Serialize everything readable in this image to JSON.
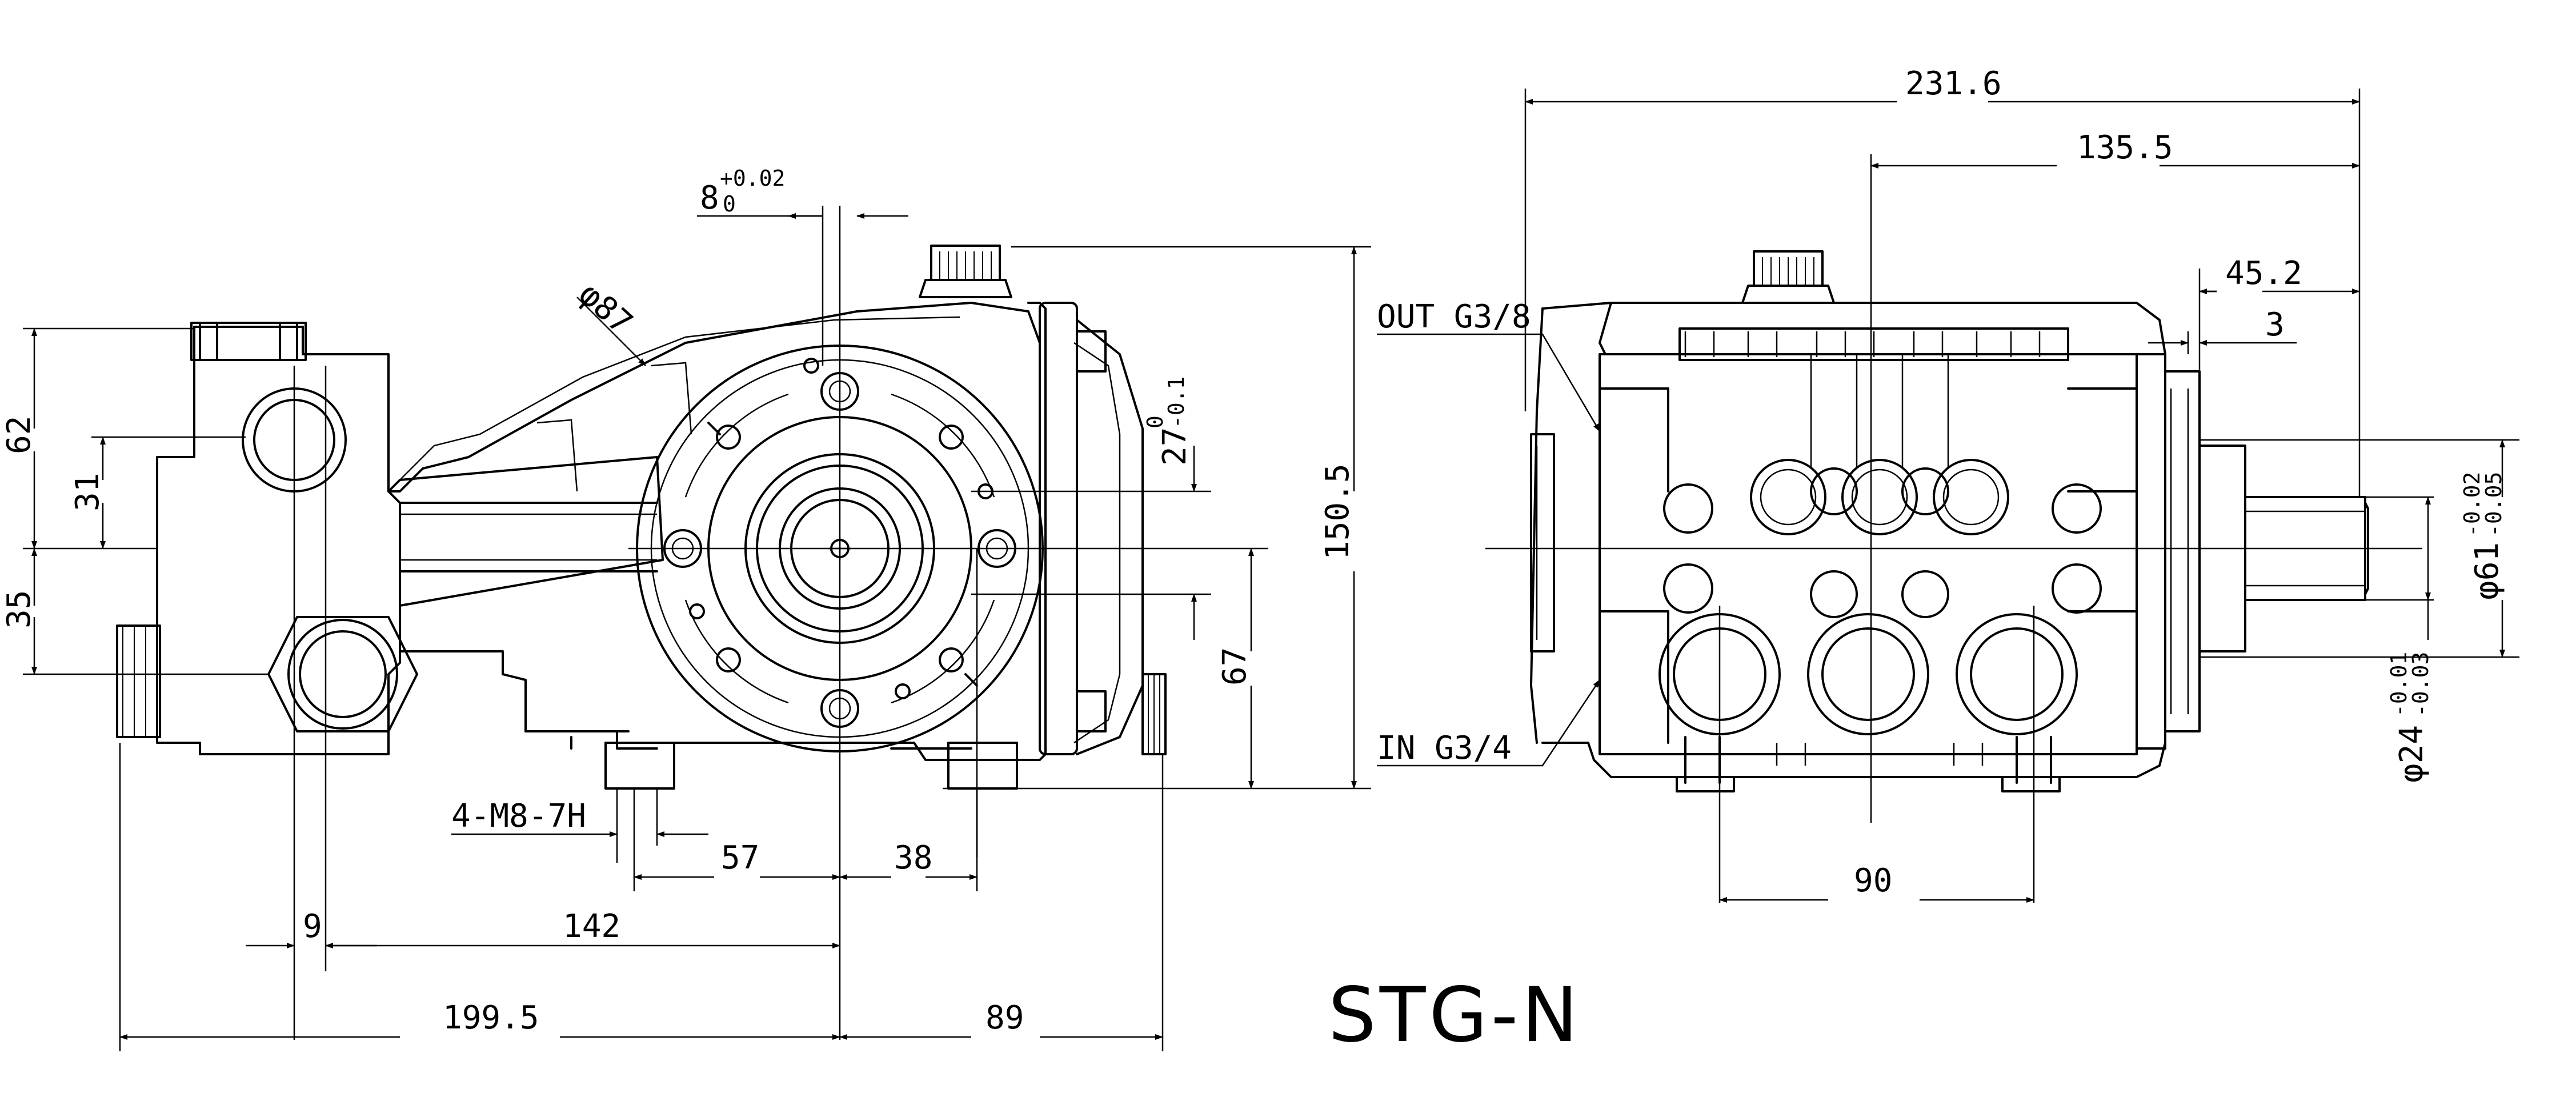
{
  "title": "STG-N",
  "colors": {
    "line": "#000000",
    "background": "#ffffff"
  },
  "side_view": {
    "dims": {
      "d_8": "8",
      "d_8_tol_upper": "+0.02",
      "d_8_tol_lower": "0",
      "d_phi87": "φ87",
      "d_62": "62",
      "d_31": "31",
      "d_35": "35",
      "d_27": "27",
      "d_27_tol_upper": "0",
      "d_27_tol_lower": "-0.1",
      "d_150_5": "150.5",
      "d_67": "67",
      "d_4m8": "4-M8-7H",
      "d_57": "57",
      "d_38": "38",
      "d_9": "9",
      "d_142": "142",
      "d_199_5": "199.5",
      "d_89": "89"
    }
  },
  "front_view": {
    "dims": {
      "d_231_6": "231.6",
      "d_135_5": "135.5",
      "d_45_2": "45.2",
      "d_3": "3",
      "out_port": "OUT G3/8",
      "in_port": "IN G3/4",
      "d_90": "90",
      "d_phi61": "φ61",
      "d_phi61_tol_upper": "-0.02",
      "d_phi61_tol_lower": "-0.05",
      "d_phi24": "φ24",
      "d_phi24_tol_upper": "-0.01",
      "d_phi24_tol_lower": "-0.03"
    }
  }
}
